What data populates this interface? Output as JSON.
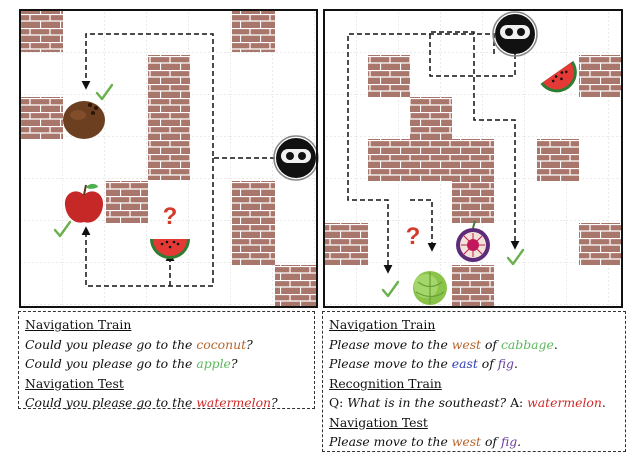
{
  "colors": {
    "brick": "#a9766b",
    "brick_mortar": "#ffffff",
    "grid": "#c9c9c9",
    "frame": "#111111",
    "check": "#6ab04c",
    "question": "#d23a2a",
    "coconut_text": "#b5652d",
    "apple_text": "#5cb85c",
    "watermelon_text": "#d02828",
    "west_text": "#b5652d",
    "east_text": "#2e3fb5",
    "cabbage_text": "#5cb85c",
    "fig_text": "#6a3f9e"
  },
  "left_map": {
    "question_mark": "?",
    "icons": [
      "robot-icon",
      "coconut-icon",
      "apple-icon",
      "watermelon-icon",
      "check-icon"
    ]
  },
  "right_map": {
    "question_mark": "?",
    "icons": [
      "robot-icon",
      "watermelon-icon",
      "fig-icon",
      "cabbage-icon",
      "check-icon"
    ]
  },
  "left_caption": {
    "train_heading": "Navigation Train",
    "train_line1_prefix": "Could you please go to the ",
    "train_line1_target": "coconut",
    "train_line1_suffix": "?",
    "train_line2_prefix": "Could you please go to the ",
    "train_line2_target": "apple",
    "train_line2_suffix": "?",
    "test_heading": "Navigation Test",
    "test_line_prefix": "Could you please go to the ",
    "test_line_target": "watermelon",
    "test_line_suffix": "?"
  },
  "right_caption": {
    "nav_train_heading": "Navigation Train",
    "nav_line1_a": "Please move to the ",
    "nav_line1_dir": "west",
    "nav_line1_b": " of ",
    "nav_line1_obj": "cabbage",
    "nav_line1_c": ".",
    "nav_line2_a": "Please move to the ",
    "nav_line2_dir": "east",
    "nav_line2_b": " of ",
    "nav_line2_obj": "fig",
    "nav_line2_c": ".",
    "rec_train_heading": "Recognition Train",
    "rec_q_label": "Q: ",
    "rec_question": "What is in the southeast?",
    "rec_a_label": " A: ",
    "rec_answer": "watermelon",
    "rec_end": ".",
    "nav_test_heading": "Navigation Test",
    "test_a": "Please move to the ",
    "test_dir": "west",
    "test_b": " of ",
    "test_obj": "fig",
    "test_c": "."
  }
}
